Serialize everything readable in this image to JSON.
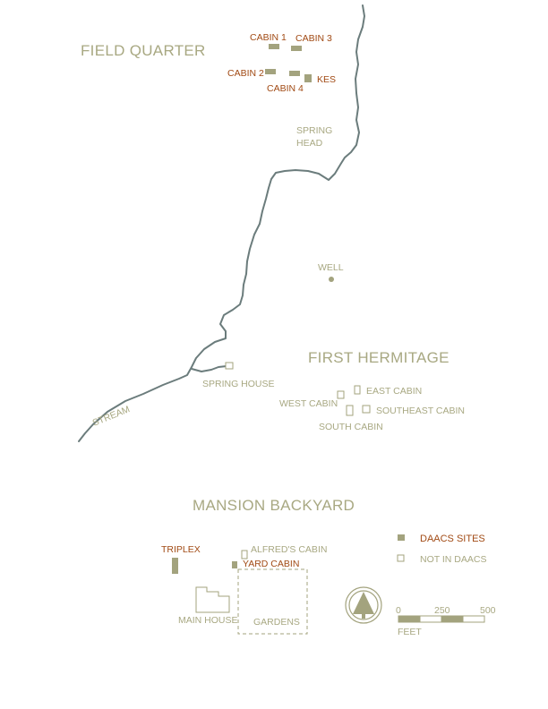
{
  "colors": {
    "olive": "#a8a882",
    "olive_fill": "#a3a37e",
    "rust": "#a14a14",
    "stream": "#6b7c7c",
    "background": "#ffffff"
  },
  "regions": {
    "field_quarter": "FIELD QUARTER",
    "first_hermitage": "FIRST HERMITAGE",
    "mansion_backyard": "MANSION BACKYARD"
  },
  "daacs_sites": {
    "cabin1": "CABIN 1",
    "cabin2": "CABIN 2",
    "cabin3": "CABIN 3",
    "cabin4": "CABIN 4",
    "kes": "KES",
    "triplex": "TRIPLEX",
    "yard_cabin": "YARD CABIN"
  },
  "other_sites": {
    "spring_head_line1": "SPRING",
    "spring_head_line2": "HEAD",
    "well": "WELL",
    "spring_house": "SPRING HOUSE",
    "stream": "STREAM",
    "west_cabin": "WEST CABIN",
    "east_cabin": "EAST CABIN",
    "southeast_cabin": "SOUTHEAST CABIN",
    "south_cabin": "SOUTH CABIN",
    "alfreds_cabin": "ALFRED'S CABIN",
    "main_house": "MAIN HOUSE",
    "gardens": "GARDENS"
  },
  "legend": {
    "daacs": "DAACS SITES",
    "not_daacs": "NOT IN DAACS"
  },
  "scale": {
    "tick0": "0",
    "tick1": "250",
    "tick2": "500",
    "unit": "FEET"
  },
  "north_arrow_icon": "tree-north-arrow-icon"
}
